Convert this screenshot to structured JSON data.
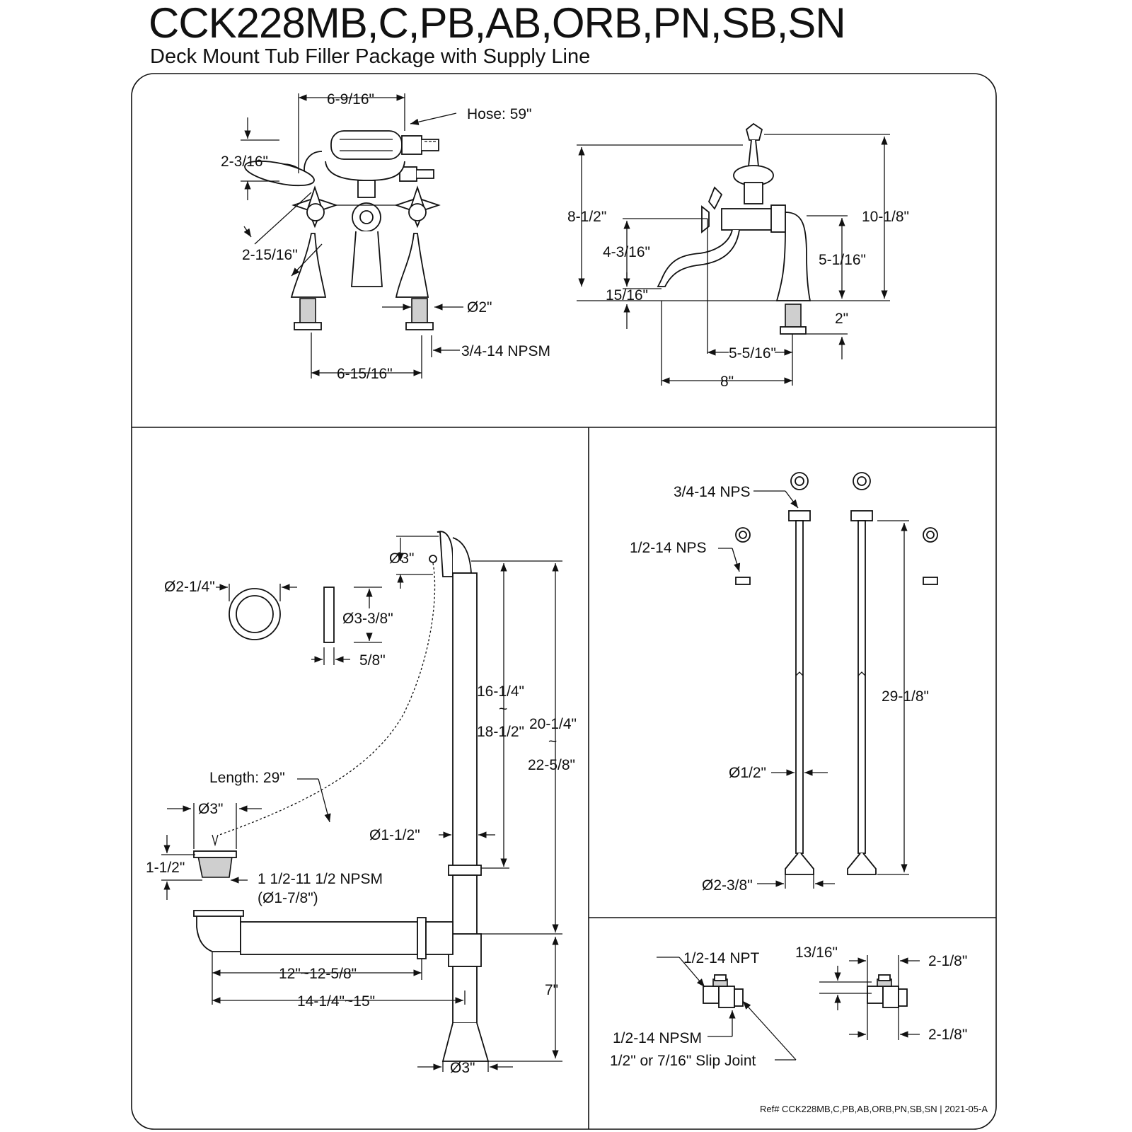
{
  "header": {
    "model_title": "CCK228MB,C,PB,AB,ORB,PN,SB,SN",
    "subtitle": "Deck Mount Tub Filler Package with Supply Line"
  },
  "faucet_front": {
    "width_top": "6-9/16\"",
    "hose": "Hose: 59\"",
    "shower_head": "2-3/16\"",
    "handle": "2-15/16\"",
    "shank_dia": "Ø2\"",
    "thread": "3/4-14 NPSM",
    "centers": "6-15/16\""
  },
  "faucet_side": {
    "total_height": "10-1/8\"",
    "height_8": "8-1/2\"",
    "spout_height": "4-3/16\"",
    "body_height": "5-1/16\"",
    "spout_clearance": "15/16\"",
    "shank_length": "2\"",
    "spout_offset": "5-5/16\"",
    "spout_reach": "8\""
  },
  "drain": {
    "overflow_dia": "Ø3\"",
    "flange_dia": "Ø2-1/4\"",
    "plate_dia": "Ø3-3/8\"",
    "plate_thk": "5/8\"",
    "overflow_len_a": "16-1/4\"",
    "overflow_len_sep": "~",
    "overflow_len_b": "18-1/2\"",
    "total_len_a": "20-1/4\"",
    "total_len_sep": "~",
    "total_len_b": "22-5/8\"",
    "chain_length": "Length: 29\"",
    "stopper_dia": "Ø3\"",
    "pipe_dia": "Ø1-1/2\"",
    "drain_height": "1-1/2\"",
    "drain_thread": "1 1/2-11 1/2 NPSM",
    "drain_thread_dia": "(Ø1-7/8\")",
    "horiz_a": "12\"~12-5/8\"",
    "horiz_b": "14-1/4\"~15\"",
    "tail_len": "7\"",
    "tail_dia": "Ø3\""
  },
  "supply": {
    "top_thread": "3/4-14 NPS",
    "nut_thread": "1/2-14 NPS",
    "length": "29-1/8\"",
    "pipe_dia": "Ø1/2\"",
    "base_dia": "Ø2-3/8\""
  },
  "valve": {
    "inlet": "1/2-14 NPT",
    "outlet": "1/2-14 NPSM",
    "slip": "1/2\" or 7/16\" Slip Joint",
    "offset": "13/16\"",
    "dim_top": "2-1/8\"",
    "dim_bottom": "2-1/8\""
  },
  "footer": {
    "ref": "Ref# CCK228MB,C,PB,AB,ORB,PN,SB,SN | 2021-05-A"
  }
}
